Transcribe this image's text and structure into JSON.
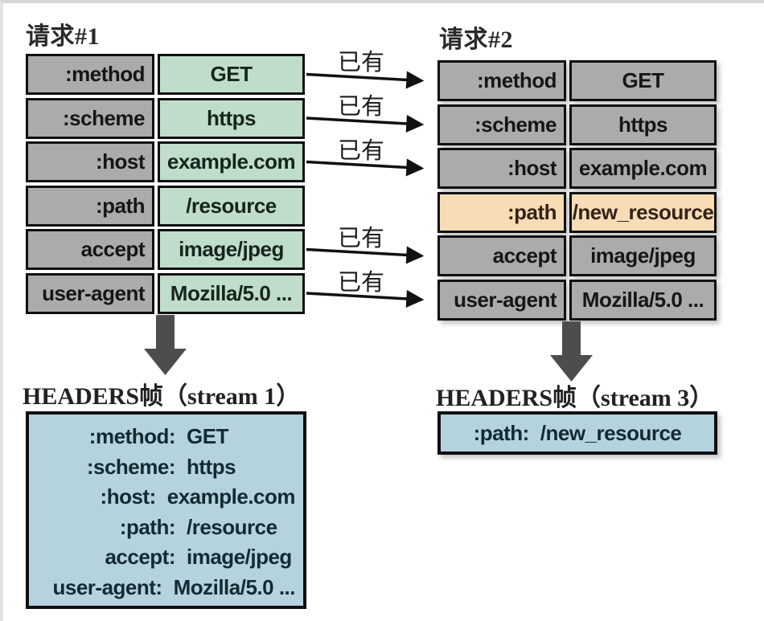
{
  "request1": {
    "title": "请求#1",
    "rows": [
      {
        "key": ":method",
        "value": "GET"
      },
      {
        "key": ":scheme",
        "value": "https"
      },
      {
        "key": ":host",
        "value": "example.com"
      },
      {
        "key": ":path",
        "value": "/resource"
      },
      {
        "key": "accept",
        "value": "image/jpeg"
      },
      {
        "key": "user-agent",
        "value": "Mozilla/5.0 ..."
      }
    ]
  },
  "request2": {
    "title": "请求#2",
    "rows": [
      {
        "key": ":method",
        "value": "GET"
      },
      {
        "key": ":scheme",
        "value": "https"
      },
      {
        "key": ":host",
        "value": "example.com"
      },
      {
        "key": ":path",
        "value": "/new_resource"
      },
      {
        "key": "accept",
        "value": "image/jpeg"
      },
      {
        "key": "user-agent",
        "value": "Mozilla/5.0 ..."
      }
    ]
  },
  "arrows": {
    "labels": [
      "已有",
      "已有",
      "已有",
      "已有",
      "已有"
    ]
  },
  "frame1": {
    "title": "HEADERS帧（stream 1）",
    "lines": [
      {
        "key": ":method:",
        "value": "GET"
      },
      {
        "key": ":scheme:",
        "value": "https"
      },
      {
        "key": ":host:",
        "value": "example.com"
      },
      {
        "key": ":path:",
        "value": "/resource"
      },
      {
        "key": "accept:",
        "value": "image/jpeg"
      },
      {
        "key": "user-agent:",
        "value": "Mozilla/5.0 ..."
      }
    ]
  },
  "frame3": {
    "title": "HEADERS帧（stream 3）",
    "lines": [
      {
        "key": ":path:",
        "value": "/new_resource"
      }
    ]
  },
  "colors": {
    "key_cell_gray": "#ababab",
    "value_cell_green": "#c0ddc9",
    "new_header_row_orange": "#f8dcb6",
    "frame_box_blue": "#b5d3de",
    "down_arrow_gray": "#4d4d4d",
    "transfer_arrow_black": "#111111"
  }
}
